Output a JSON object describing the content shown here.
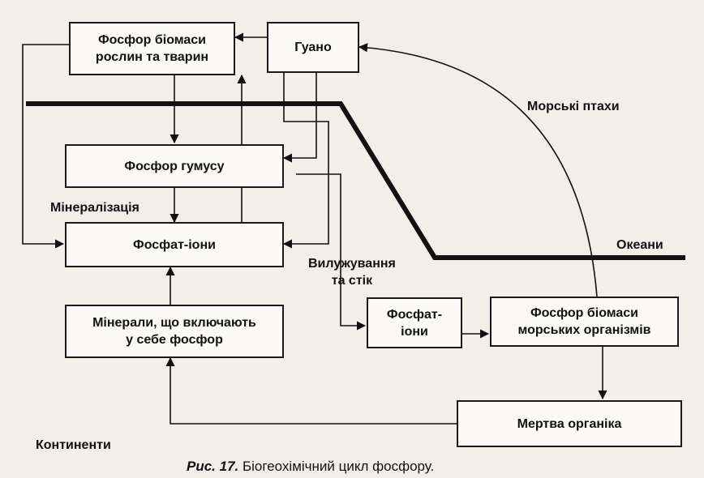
{
  "boxes": {
    "phosphorus_biomass_land": "Фосфор біомаси\nрослин та тварин",
    "guano": "Гуано",
    "humus_phosphorus": "Фосфор гумусу",
    "phosphate_ions_land": "Фосфат-іони",
    "phosphorus_minerals": "Мінерали, що включають\nу себе фосфор",
    "phosphate_ions_ocean": "Фосфат-\nіони",
    "phosphorus_biomass_marine": "Фосфор біомаси\nморських організмів",
    "dead_organic": "Мертва органіка"
  },
  "labels": {
    "seabirds": "Морські птахи",
    "oceans": "Океани",
    "mineralization": "Мінералізація",
    "leaching_runoff": "Вилужування\nта стік",
    "continents": "Континенти"
  },
  "caption": {
    "figure": "Рис. 17.",
    "text": "Біогеохімічний цикл фосфору."
  }
}
